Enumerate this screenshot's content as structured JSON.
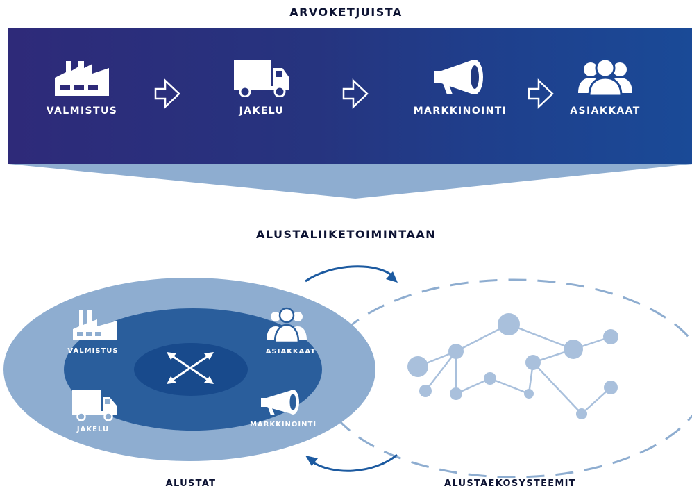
{
  "top_title": "ARVOKETJUISTA",
  "value_chain": [
    {
      "label": "VALMISTUS",
      "icon": "factory-icon"
    },
    {
      "label": "JAKELU",
      "icon": "truck-icon"
    },
    {
      "label": "MARKKINOINTI",
      "icon": "megaphone-icon"
    },
    {
      "label": "ASIAKKAAT",
      "icon": "people-icon"
    }
  ],
  "middle_title": "ALUSTALIIKETOIMINTAAN",
  "platform": {
    "valmistus": "VALMISTUS",
    "asiakkaat": "ASIAKKAAT",
    "jakelu": "JAKELU",
    "markkinointi": "MARKKINOINTI",
    "center_icon": "cross-arrows-icon"
  },
  "bottom_labels": {
    "left": "ALUSTAT",
    "right": "ALUSTAEKOSYSTEEMIT"
  },
  "colors": {
    "banner_start": "#2e2a79",
    "banner_end": "#1a4a97",
    "funnel": "#8eadd0",
    "oval_outer": "#8eadd0",
    "oval_mid": "#2a5e9c",
    "oval_inner": "#184a8c",
    "network": "#a9c0dc",
    "arrow": "#1c5aa0"
  }
}
